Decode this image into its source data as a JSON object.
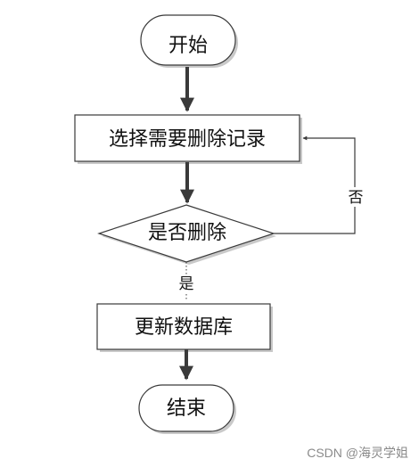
{
  "nodes": {
    "start": "开始",
    "select": "选择需要删除记录",
    "decision": "是否删除",
    "update": "更新数据库",
    "end": "结束"
  },
  "edges": {
    "yes": "是",
    "no": "否"
  },
  "watermark": "CSDN @海灵学姐"
}
